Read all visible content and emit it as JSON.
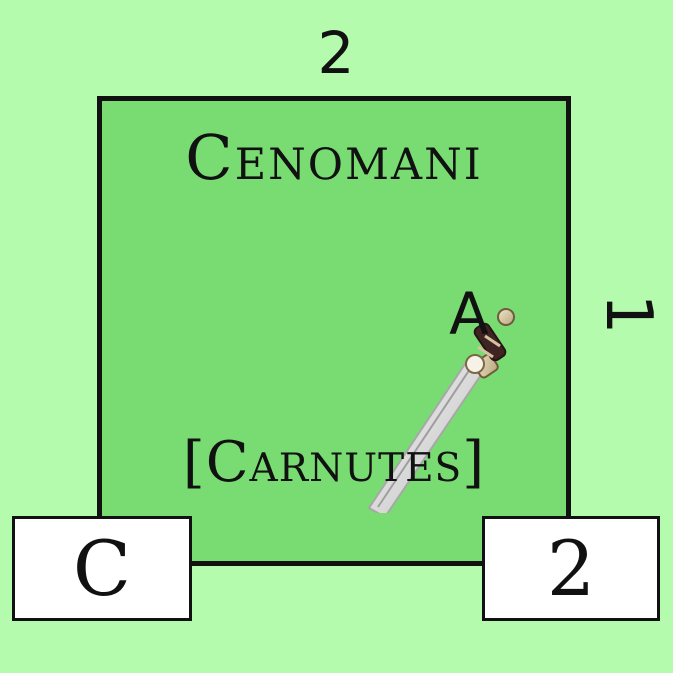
{
  "top_value": "2",
  "right_value": "1",
  "counter": {
    "name": "Cenomani",
    "unit_type": "A",
    "secondary_name": "[Carnutes]",
    "icon": "sword-icon"
  },
  "bottom_left": "C",
  "bottom_right": "2",
  "colors": {
    "background": "#b5fbae",
    "counter_fill": "#79dc72",
    "border": "#111111",
    "box_fill": "#ffffff"
  }
}
